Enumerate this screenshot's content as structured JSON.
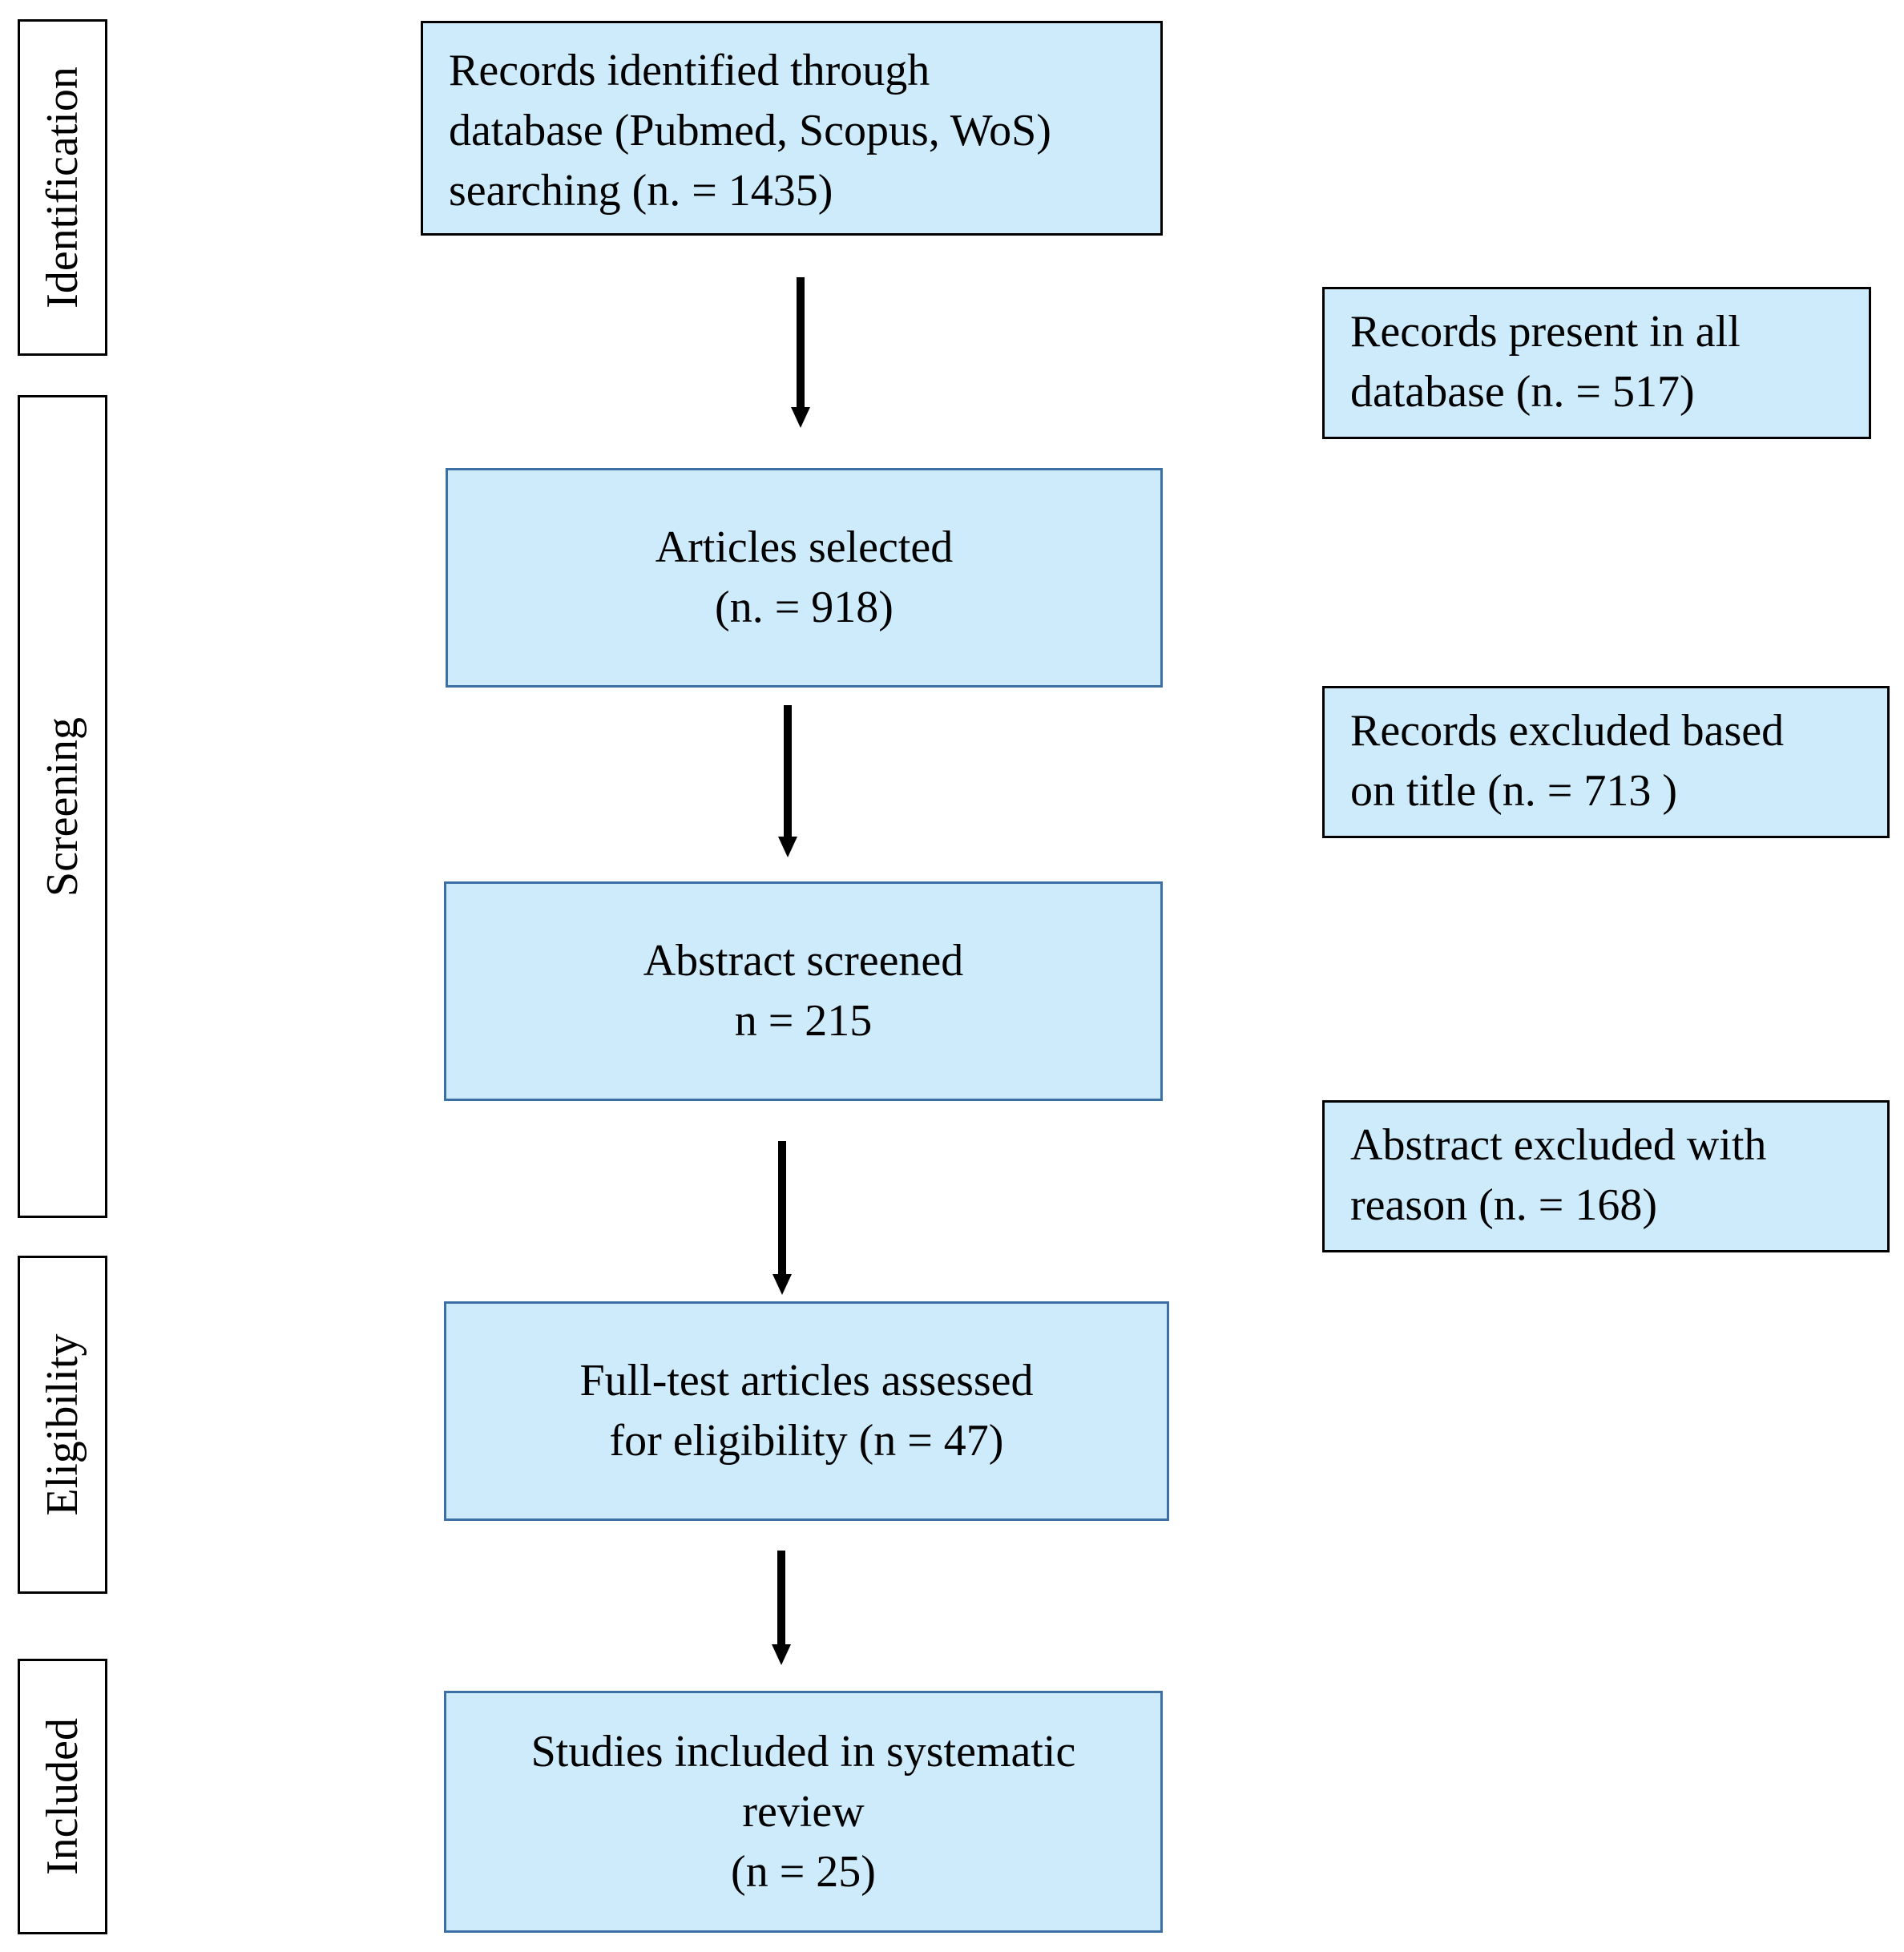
{
  "colors": {
    "box_fill": "#cdebfa",
    "main_box_border": "#3c6fa4",
    "stage_border": "#000000",
    "arrow": "#000000"
  },
  "stages": [
    {
      "id": "identification",
      "label": "Identification"
    },
    {
      "id": "screening",
      "label": "Screening"
    },
    {
      "id": "eligibility",
      "label": "Eligibility"
    },
    {
      "id": "included",
      "label": "Included"
    }
  ],
  "main_boxes": [
    {
      "id": "records-identified",
      "text": "Records identified through\ndatabase (Pubmed, Scopus, WoS)\nsearching  (n. = 1435)"
    },
    {
      "id": "articles-selected",
      "text": "Articles selected\n(n. = 918)"
    },
    {
      "id": "abstract-screened",
      "text": "Abstract screened\nn = 215"
    },
    {
      "id": "full-text-assessed",
      "text": "Full-test articles assessed\nfor eligibility (n = 47)"
    },
    {
      "id": "studies-included",
      "text": "Studies included in systematic\nreview\n(n = 25)"
    }
  ],
  "side_boxes": [
    {
      "id": "records-duplicates",
      "text": "Records present in all\ndatabase (n. = 517)"
    },
    {
      "id": "records-excluded-title",
      "text": "Records excluded based\non title (n. = 713 )"
    },
    {
      "id": "abstract-excluded",
      "text": "Abstract excluded with\nreason (n. = 168)"
    }
  ]
}
